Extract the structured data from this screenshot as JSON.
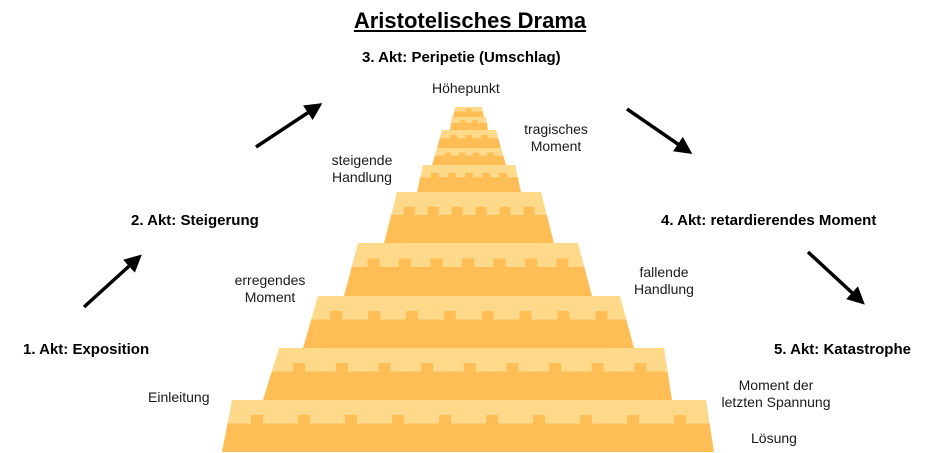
{
  "title": "Aristotelisches Drama",
  "acts": {
    "act1": "1. Akt: Exposition",
    "act2": "2. Akt: Steigerung",
    "act3": "3. Akt: Peripetie (Umschlag)",
    "act4": "4. Akt: retardierendes Moment",
    "act5": "5. Akt: Katastrophe"
  },
  "labels": {
    "einleitung": "Einleitung",
    "erregend_1": "erregendes",
    "erregend_2": "Moment",
    "steigend_1": "steigende",
    "steigend_2": "Handlung",
    "hoehepunkt": "Höhepunkt",
    "tragisch_1": "tragisches",
    "tragisch_2": "Moment",
    "fallend_1": "fallende",
    "fallend_2": "Handlung",
    "letzte_1": "Moment der",
    "letzte_2": "letzten Spannung",
    "loesung": "Lösung"
  },
  "colors": {
    "pyramid_light": "#FFD98A",
    "pyramid_dark": "#FFBE55",
    "arrow": "#000000"
  }
}
